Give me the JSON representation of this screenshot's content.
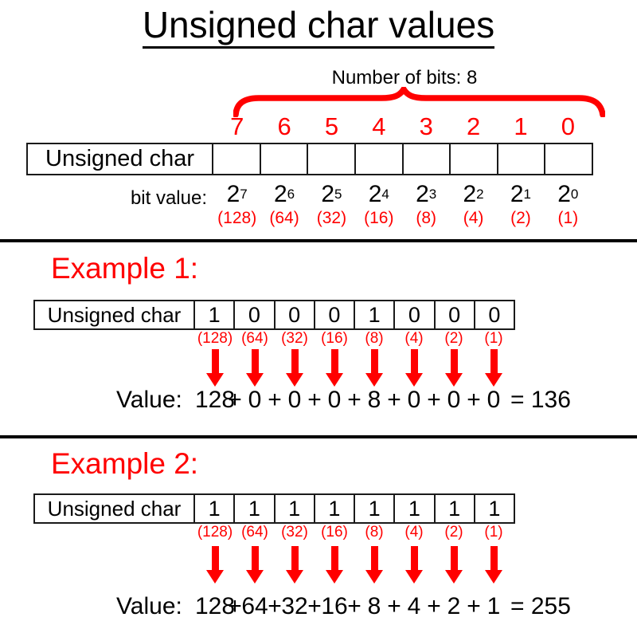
{
  "title": "Unsigned char values",
  "colors": {
    "accent_red": "#ff0000",
    "ink": "#000000",
    "background": "#ffffff"
  },
  "header": {
    "bits_label": "Number of bits: 8",
    "bit_indices": [
      "7",
      "6",
      "5",
      "4",
      "3",
      "2",
      "1",
      "0"
    ],
    "row_label": "Unsigned char",
    "bit_value_label": "bit value:",
    "powers": [
      {
        "base": "2",
        "exp": "7"
      },
      {
        "base": "2",
        "exp": "6"
      },
      {
        "base": "2",
        "exp": "5"
      },
      {
        "base": "2",
        "exp": "4"
      },
      {
        "base": "2",
        "exp": "3"
      },
      {
        "base": "2",
        "exp": "2"
      },
      {
        "base": "2",
        "exp": "1"
      },
      {
        "base": "2",
        "exp": "0"
      }
    ],
    "power_values": [
      "(128)",
      "(64)",
      "(32)",
      "(16)",
      "(8)",
      "(4)",
      "(2)",
      "(1)"
    ]
  },
  "examples": [
    {
      "title": "Example 1:",
      "row_label": "Unsigned char",
      "bits": [
        "1",
        "0",
        "0",
        "0",
        "1",
        "0",
        "0",
        "0"
      ],
      "place_values": [
        "(128)",
        "(64)",
        "(32)",
        "(16)",
        "(8)",
        "(4)",
        "(2)",
        "(1)"
      ],
      "equation": {
        "label": "Value:",
        "terms": [
          "128",
          "0",
          "0",
          "0",
          "8",
          "0",
          "0",
          "0"
        ],
        "plus": "+",
        "result": "= 136"
      }
    },
    {
      "title": "Example 2:",
      "row_label": "Unsigned char",
      "bits": [
        "1",
        "1",
        "1",
        "1",
        "1",
        "1",
        "1",
        "1"
      ],
      "place_values": [
        "(128)",
        "(64)",
        "(32)",
        "(16)",
        "(8)",
        "(4)",
        "(2)",
        "(1)"
      ],
      "equation": {
        "label": "Value:",
        "terms": [
          "128",
          "64",
          "32",
          "16",
          "8",
          "4",
          "2",
          "1"
        ],
        "plus": "+",
        "result": "= 255"
      }
    }
  ]
}
